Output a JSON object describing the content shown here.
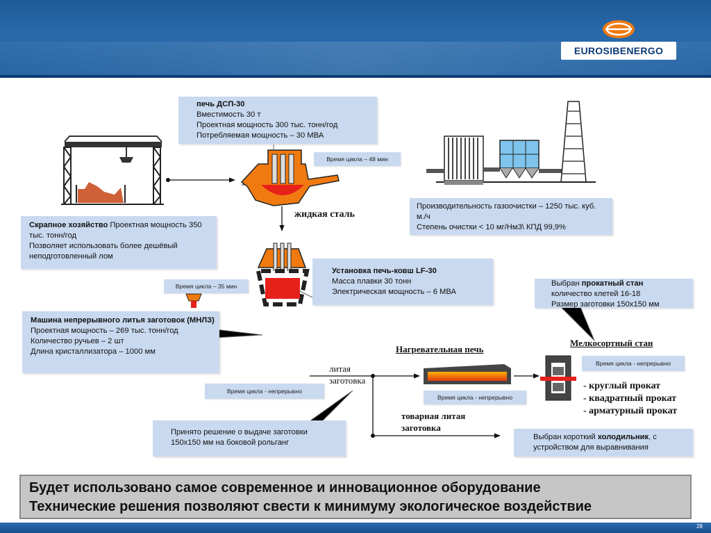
{
  "brand": {
    "name": "EUROSIBENERGO"
  },
  "page_number": "28",
  "furnace_box": {
    "title": "печь ДСП-30",
    "lines": [
      "Вместимость 30 т",
      "Проектная мощность 300 тыс. тонн/год",
      "Потребляемая мощность – 30 МВА"
    ]
  },
  "cycle_furnace": "Время цикла – 48 мин",
  "liquid_steel": "жидкая сталь",
  "gas_box": {
    "lines": [
      "Производительность газоочистки – 1250 тыс. куб. м./ч",
      "Степень очистки < 10 мг/Нм3\\ КПД 99,9%"
    ]
  },
  "scrap_box": {
    "title": "Скрапное хозяйство",
    "title_rest": " Проектная мощность 350 тыс. тонн/год",
    "line2": "Позволяет использовать более дешёвый неподготовленный лом"
  },
  "ladle_box": {
    "title": "Установка печь-ковш LF-30",
    "lines": [
      "Масса плавки 30 тонн",
      "Электрическая мощность – 6 МВА"
    ]
  },
  "cycle_ladle": "Время цикла – 35 мин",
  "caster_box": {
    "title": "Машина  непрерывного литья заготовок (МНЛЗ)",
    "lines": [
      "Проектная мощность –  269 тыс. тонн/год",
      "Количество ручьев – 2 шт",
      "Длина кристаллизатора – 1000 мм"
    ]
  },
  "cycle_caster": "Время цикла - непрерывно",
  "rolling_box": {
    "line1_prefix": "Выбран ",
    "line1_bold": "прокатный стан",
    "lines": [
      "количество клетей 16-18",
      "Размер заготовки 150х150 мм"
    ]
  },
  "heating_furnace_label": "Нагревательная печь",
  "mill_label": "Мелкосортный стан",
  "cycle_mill": "Время цикла - непрерывно",
  "cast_billet": [
    "литая",
    "заготовка"
  ],
  "cycle_heating": "Время цикла - непрерывно",
  "products": [
    "круглый прокат",
    "квадратный прокат",
    "арматурный прокат"
  ],
  "commodity_billet": [
    "товарная литая",
    "заготовка"
  ],
  "decision_box": {
    "lines": [
      "Принято решение о выдаче заготовки",
      "150х150 мм на боковой рольганг"
    ]
  },
  "cooler_box": {
    "prefix": "Выбран короткий ",
    "bold": "холодильник",
    "rest": ", с устройством для выравнивания"
  },
  "summary": [
    "Будет использовано самое современное и инновационное оборудование",
    "Технические решения позволяют  свести к минимуму экологическое воздействие"
  ],
  "colors": {
    "accent": "#1d5a99",
    "box": "#c9d9ef",
    "steel": "#e8201a",
    "orange": "#f07a10"
  }
}
